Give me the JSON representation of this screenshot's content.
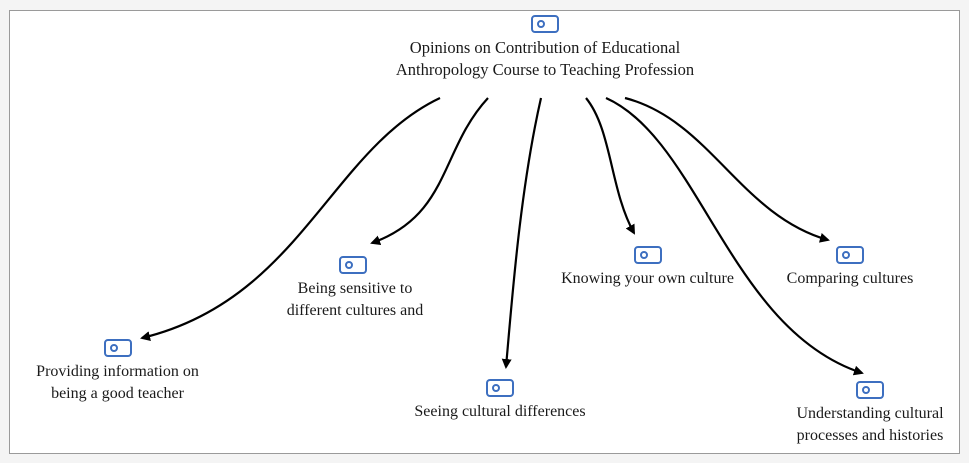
{
  "root": {
    "label": "Opinions on Contribution of Educational\nAnthropology Course to Teaching Profession",
    "icon": "code-tag-icon"
  },
  "children": [
    {
      "id": "providing",
      "label": "Providing information on\nbeing a good teacher",
      "icon": "code-tag-icon"
    },
    {
      "id": "sensitive",
      "label": "Being sensitive to\ndifferent cultures and",
      "icon": "code-tag-icon"
    },
    {
      "id": "seeing",
      "label": "Seeing cultural differences",
      "icon": "code-tag-icon"
    },
    {
      "id": "knowing",
      "label": "Knowing your own culture",
      "icon": "code-tag-icon"
    },
    {
      "id": "comparing",
      "label": "Comparing cultures",
      "icon": "code-tag-icon"
    },
    {
      "id": "understanding",
      "label": "Understanding cultural\nprocesses and histories",
      "icon": "code-tag-icon"
    }
  ],
  "colors": {
    "icon": "#3d6fc0",
    "edge": "#000000",
    "text": "#1a1a1a"
  }
}
